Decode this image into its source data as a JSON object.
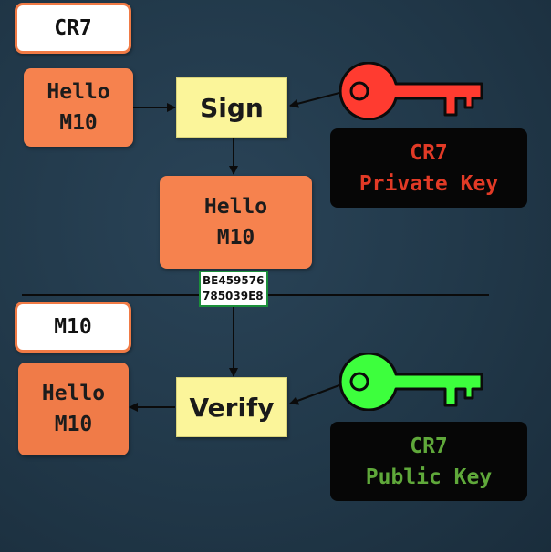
{
  "sender": {
    "name": "CR7",
    "message": [
      "Hello",
      "M10"
    ],
    "sign_label": "Sign",
    "signed_message": [
      "Hello",
      "M10"
    ],
    "signature": [
      "BE459576",
      "785039E8"
    ],
    "private_key": {
      "label": [
        "CR7",
        "Private Key"
      ],
      "color": "#ff3b30",
      "text_color": "#e23a26",
      "icon": "key-icon"
    }
  },
  "receiver": {
    "name": "M10",
    "verify_label": "Verify",
    "verified_message": [
      "Hello",
      "M10"
    ],
    "public_key": {
      "label": [
        "CR7",
        "Public Key"
      ],
      "color": "#3dff3d",
      "text_color": "#5fa83a",
      "icon": "key-icon"
    }
  },
  "colors": {
    "message_box": "#f6824e",
    "action_box": "#fbf59a",
    "label_border": "#f07a45"
  }
}
